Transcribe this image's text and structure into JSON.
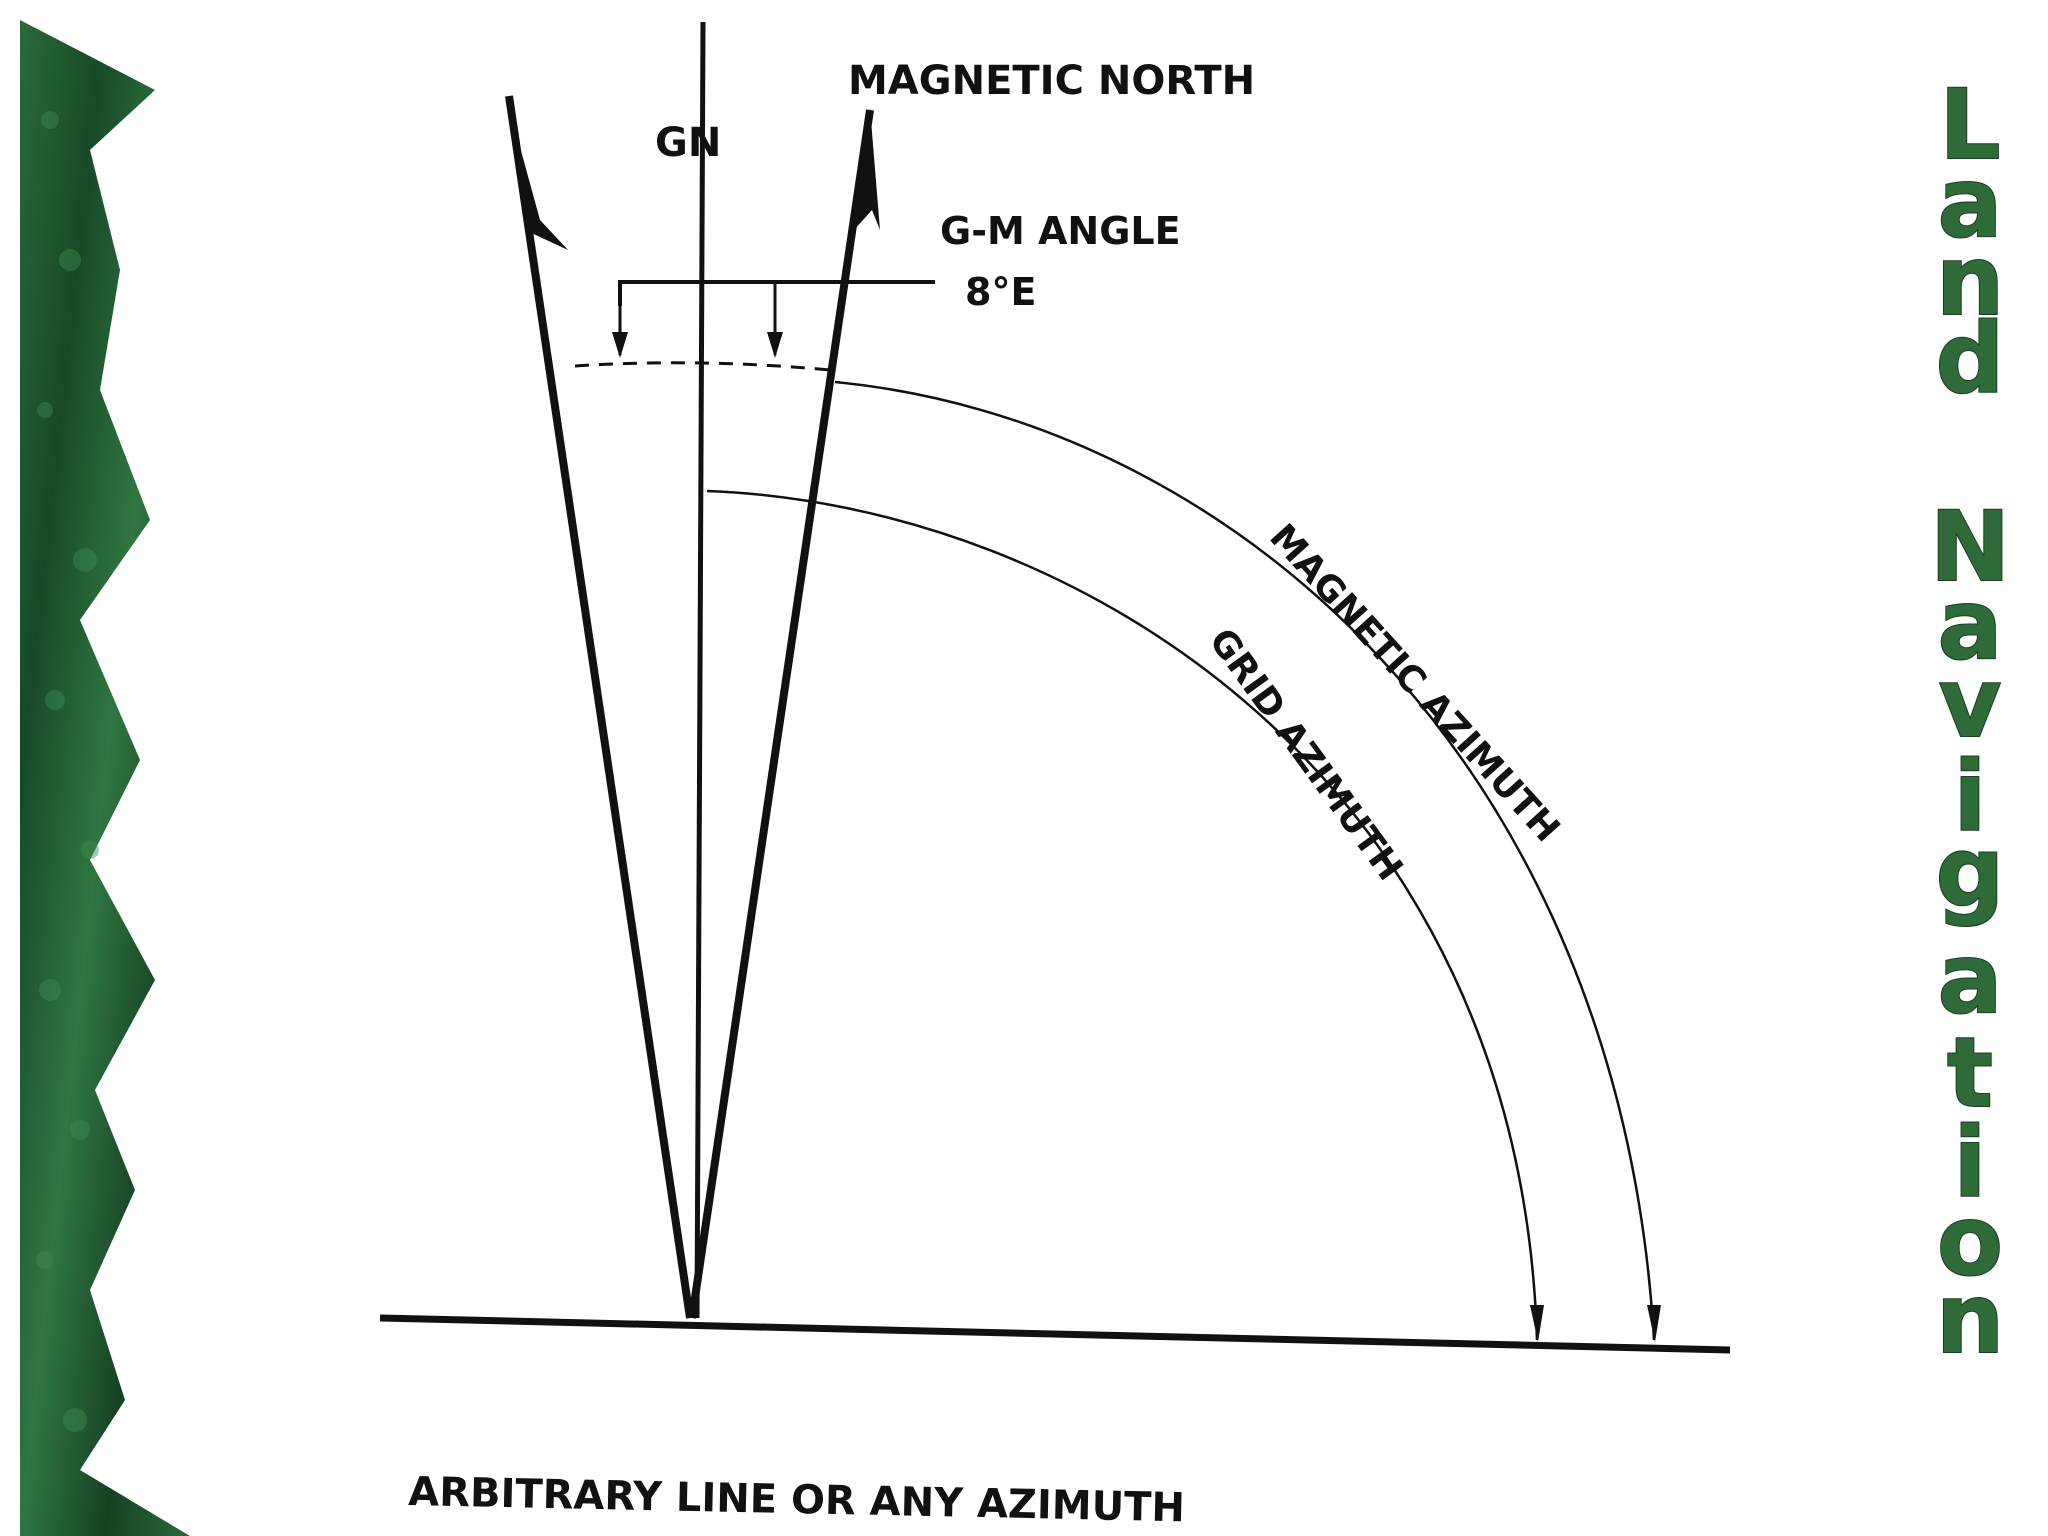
{
  "labels": {
    "gn": "GN",
    "magnetic_north": "MAGNETIC NORTH",
    "gm_angle": "G-M ANGLE",
    "gm_value": "8°E",
    "magnetic_azimuth": "MAGNETIC AZIMUTH",
    "grid_azimuth": "GRID AZIMUTH",
    "baseline": "ARBITRARY LINE OR ANY AZIMUTH"
  },
  "title": {
    "letters": [
      "L",
      "a",
      "n",
      "d",
      "N",
      "a",
      "v",
      "i",
      "g",
      "a",
      "t",
      "i",
      "o",
      "n"
    ]
  },
  "colors": {
    "border_green": "#1f4f2c",
    "title_green": "#2f6b38",
    "ink": "#111111"
  }
}
